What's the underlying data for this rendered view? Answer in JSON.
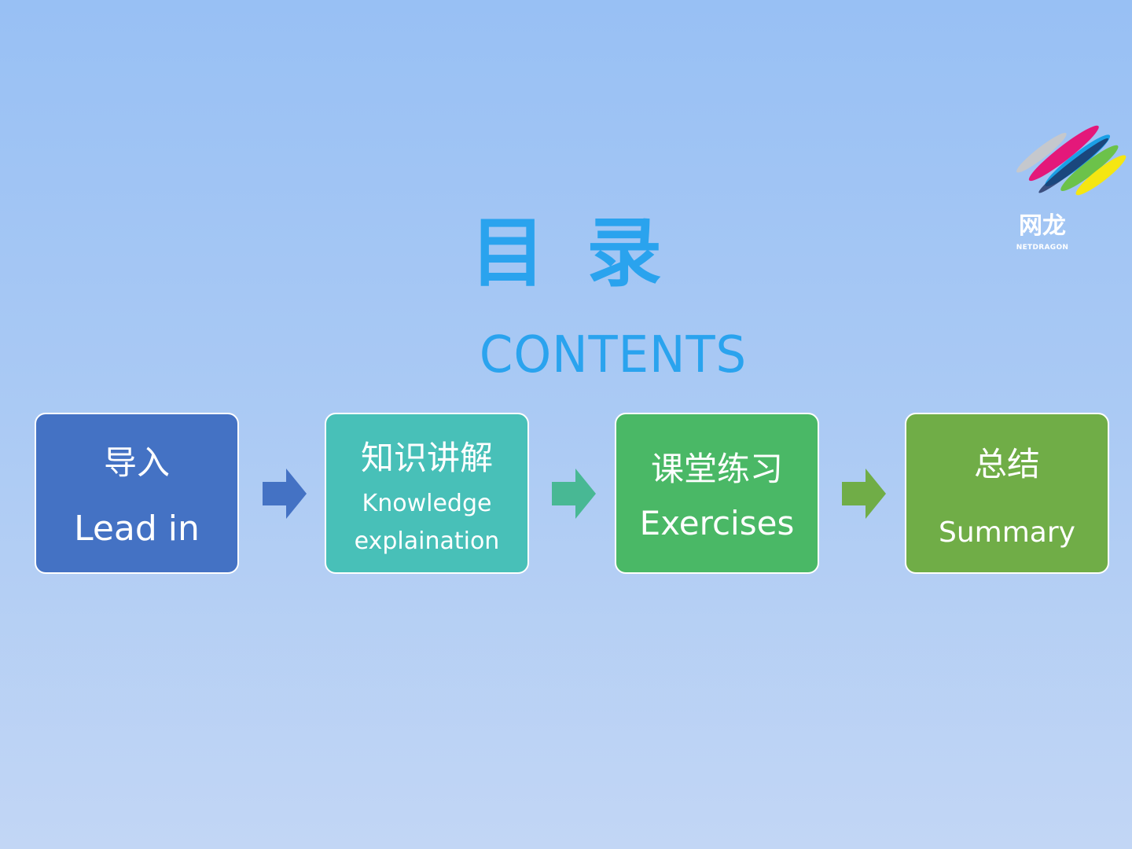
{
  "title": {
    "cn": "目录",
    "en": "CONTENTS"
  },
  "logo": {
    "cn": "网龙",
    "en": "NETDRAGON",
    "icon": "netdragon-logo-icon"
  },
  "colors": {
    "title": "#2aa3ee",
    "box1": "#4472c4",
    "box2": "#48c0b8",
    "box3": "#4ab866",
    "box4": "#70ad47"
  },
  "flow": [
    {
      "cn": "导入",
      "en": "Lead in"
    },
    {
      "cn": "知识讲解",
      "en_line1": "Knowledge",
      "en_line2": "explaination"
    },
    {
      "cn": "课堂练习",
      "en": "Exercises"
    },
    {
      "cn": "总结",
      "en": "Summary"
    }
  ],
  "arrows": [
    {
      "icon": "arrow-right-icon",
      "color": "#4472c4"
    },
    {
      "icon": "arrow-right-icon",
      "color": "#48b894"
    },
    {
      "icon": "arrow-right-icon",
      "color": "#70ad47"
    }
  ]
}
